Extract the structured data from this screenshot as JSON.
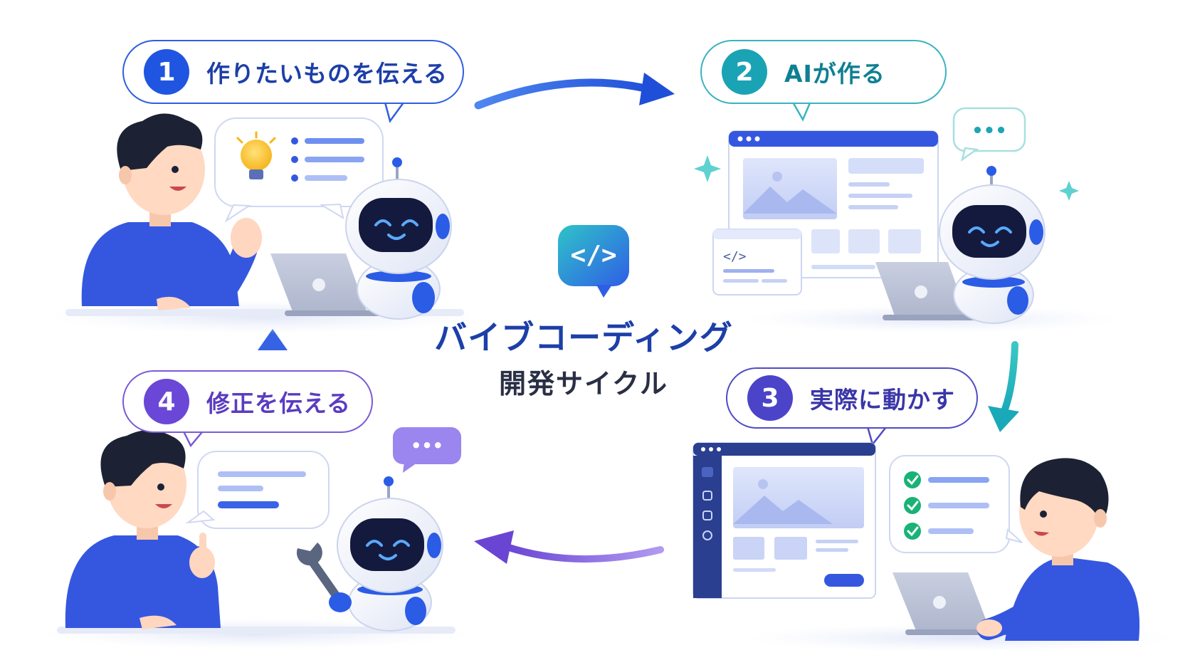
{
  "steps": [
    {
      "number": "1",
      "label": "作りたいものを伝える",
      "color": "#1f55e0",
      "border": "#2f5fe0"
    },
    {
      "number": "2",
      "label": "AIが作る",
      "color": "#1aa3b5",
      "border": "#3bb3c0"
    },
    {
      "number": "3",
      "label": "実際に動かす",
      "color": "#4b44c9",
      "border": "#4f4bc6"
    },
    {
      "number": "4",
      "label": "修正を伝える",
      "color": "#6a47d6",
      "border": "#7a5ad8"
    }
  ],
  "center": {
    "title": "バイブコーディング",
    "subtitle": "開発サイクル",
    "code_symbol": "</>"
  },
  "panels": {
    "code_window": "</>",
    "typing_dots": "•••"
  },
  "colors": {
    "person_shirt": "#3557e0",
    "robot_visor": "#141a3e",
    "robot_accent": "#2b5ce6",
    "arrow_blue": "#2b5fe0",
    "arrow_teal": "#1fb5c2",
    "arrow_purple": "#6e4fd8"
  },
  "icons": [
    "lightbulb-icon",
    "robot-icon",
    "person-icon",
    "laptop-icon",
    "wrench-icon",
    "check-icon",
    "sparkle-icon",
    "code-icon",
    "chat-dots-icon"
  ]
}
